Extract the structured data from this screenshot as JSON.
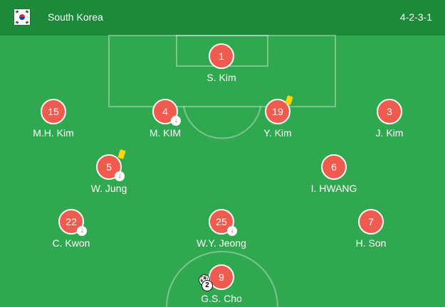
{
  "header": {
    "team": "South Korea",
    "formation": "4-2-3-1",
    "flag_icon": "south-korea-flag-icon"
  },
  "colors": {
    "pitch": "#2fa84f",
    "header": "#1c8a3a",
    "player_badge": "#ef5b4f",
    "yellow_card": "#ffd600",
    "sub_arrow": "#e53935"
  },
  "players": [
    {
      "number": "1",
      "name": "S. Kim"
    },
    {
      "number": "15",
      "name": "M.H. Kim"
    },
    {
      "number": "4",
      "name": "M. KIM"
    },
    {
      "number": "19",
      "name": "Y. Kim"
    },
    {
      "number": "3",
      "name": "J. Kim"
    },
    {
      "number": "5",
      "name": "W. Jung"
    },
    {
      "number": "6",
      "name": "I. HWANG"
    },
    {
      "number": "22",
      "name": "C. Kwon"
    },
    {
      "number": "25",
      "name": "W.Y. Jeong"
    },
    {
      "number": "7",
      "name": "H. Son"
    },
    {
      "number": "9",
      "name": "G.S. Cho",
      "goals": "2"
    }
  ]
}
